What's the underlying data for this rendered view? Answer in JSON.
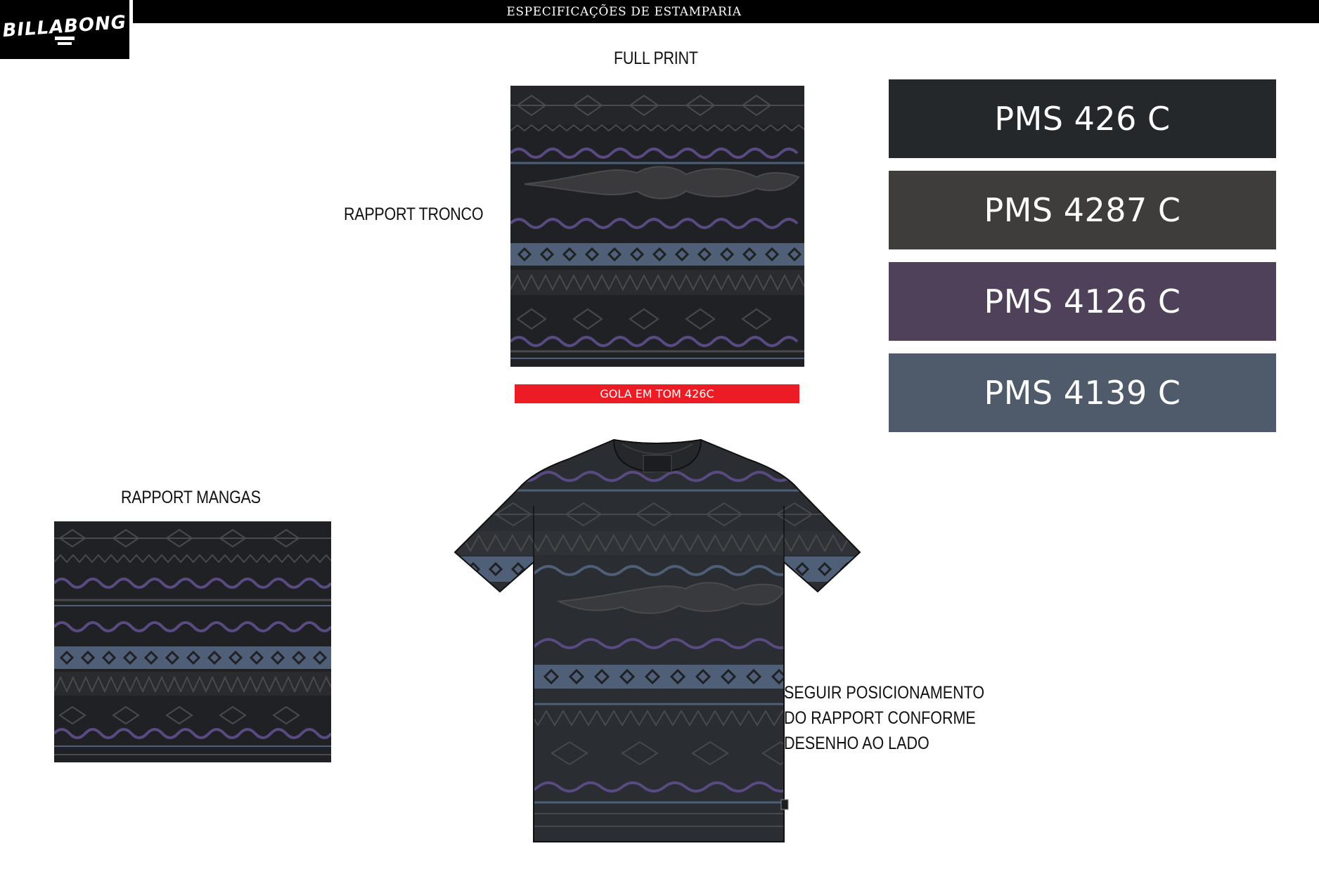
{
  "header": {
    "logo_text": "BILLABONG",
    "title": "ESPECIFICAÇÕES DE ESTAMPARIA"
  },
  "labels": {
    "full_print": "FULL PRINT",
    "rapport_tronco": "RAPPORT TRONCO",
    "rapport_mangas": "RAPPORT MANGAS",
    "gola": "GOLA EM TOM 426C"
  },
  "note": {
    "line1": "SEGUIR POSICIONAMENTO",
    "line2": "DO RAPPORT CONFORME",
    "line3": "DESENHO AO LADO"
  },
  "swatches": [
    {
      "label": "PMS 426 C",
      "color": "#25282a"
    },
    {
      "label": "PMS 4287 C",
      "color": "#3e3d3c"
    },
    {
      "label": "PMS 4126 C",
      "color": "#4f4159"
    },
    {
      "label": "PMS 4139 C",
      "color": "#4f5b6b"
    }
  ],
  "print_colors": {
    "base": "#1f2124",
    "dark_band": "#2a2b2e",
    "line_gray": "#4a4a4c",
    "purple": "#5a4a82",
    "slate": "#4f5f78",
    "light_slate": "#6e809c"
  }
}
